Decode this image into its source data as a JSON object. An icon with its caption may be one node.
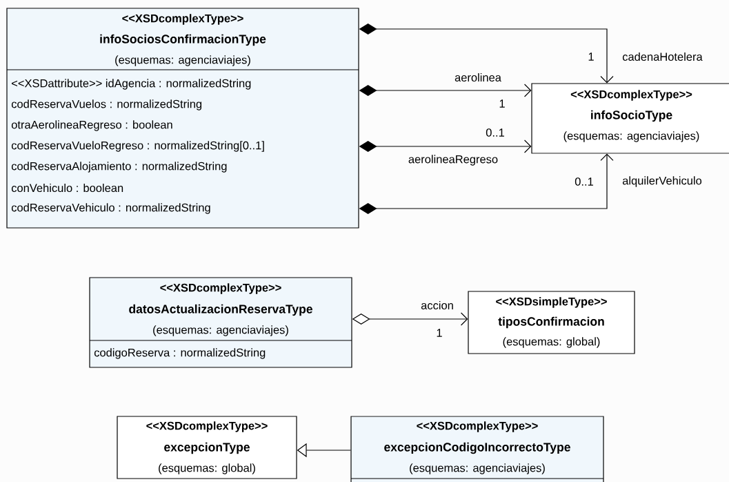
{
  "diagram": {
    "nodes": [
      {
        "text": [
          "<<XSDcomplexType>>",
          "infoSociosConfirmacionType",
          "(esquemas: agenciaviajes)",
          "<<XSDattribute>> idAgencia : normalizedString",
          "codReservaVuelos : normalizedString",
          "otraAerolineaRegreso : boolean",
          "codReservaVueloRegreso : normalizedString[0..1]",
          "codReservaAlojamiento : normalizedString",
          "conVehiculo : boolean",
          "codReservaVehiculo : normalizedString"
        ]
      },
      {
        "text": [
          "<<XSDcomplexType>>",
          "infoSocioType",
          "(esquemas: agenciaviajes)"
        ]
      },
      {
        "text": [
          "<<XSDcomplexType>>",
          "datosActualizacionReservaType",
          "(esquemas: agenciaviajes)",
          "codigoReserva : normalizedString"
        ]
      },
      {
        "text": [
          "<<XSDsimpleType>>",
          "tiposConfirmacion",
          "(esquemas: global)"
        ]
      },
      {
        "text": [
          "<<XSDcomplexType>>",
          "excepcionType",
          "(esquemas: global)"
        ]
      },
      {
        "text": [
          "<<XSDcomplexType>>",
          "excepcionCodigoIncorrectoType",
          "(esquemas: agenciaviajes)"
        ]
      }
    ],
    "edges": [
      {
        "from": 0,
        "to": 1,
        "arrow": "to",
        "label": "cadenaHotelera"
      },
      {
        "from": 0,
        "to": 1,
        "arrow": "to",
        "label": "aerolinea"
      },
      {
        "from": 0,
        "to": 1,
        "arrow": "to",
        "label": "aerolineaRegreso"
      },
      {
        "from": 0,
        "to": 1,
        "arrow": "to",
        "label": "alquilerVehiculo"
      },
      {
        "from": 2,
        "to": 3,
        "arrow": "to",
        "label": "accion"
      },
      {
        "from": 5,
        "to": 4,
        "arrow": "to"
      }
    ],
    "labels": [
      "1",
      "1",
      "0..1",
      "0..1",
      "1"
    ]
  }
}
